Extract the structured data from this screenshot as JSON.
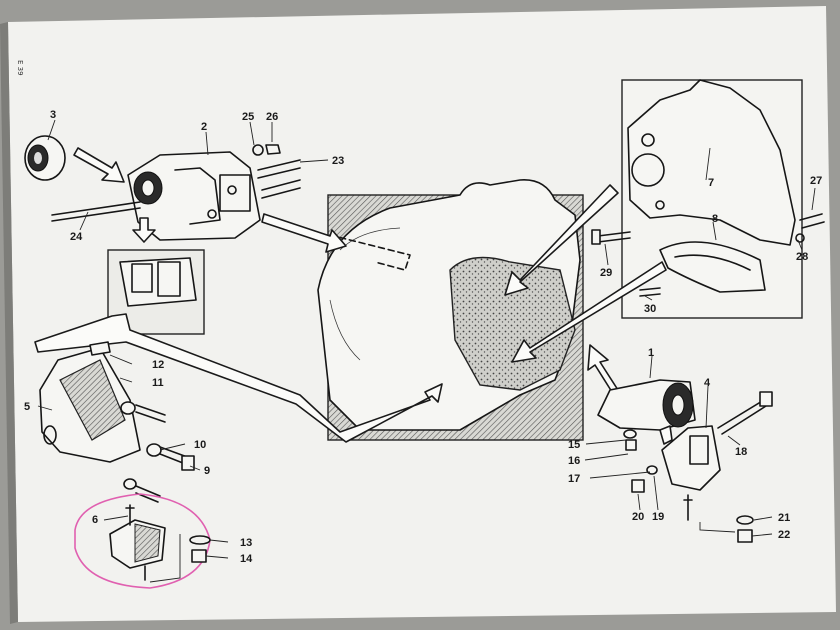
{
  "sheet": {
    "side_mark": "E 39",
    "background": "#9b9b97",
    "paper": "#f1f1ee",
    "ink": "#161616",
    "highlight": "#e060b0"
  },
  "callouts": {
    "c1": "1",
    "c2": "2",
    "c3": "3",
    "c4": "4",
    "c5": "5",
    "c6": "6",
    "c7": "7",
    "c8": "8",
    "c9": "9",
    "c10": "10",
    "c11": "11",
    "c12": "12",
    "c13": "13",
    "c14": "14",
    "c15": "15",
    "c16": "16",
    "c17": "17",
    "c18": "18",
    "c19": "19",
    "c20": "20",
    "c21": "21",
    "c22": "22",
    "c23": "23",
    "c24": "24",
    "c25": "25",
    "c26": "26",
    "c27": "27",
    "c28": "28",
    "c29": "29",
    "c30": "30"
  }
}
